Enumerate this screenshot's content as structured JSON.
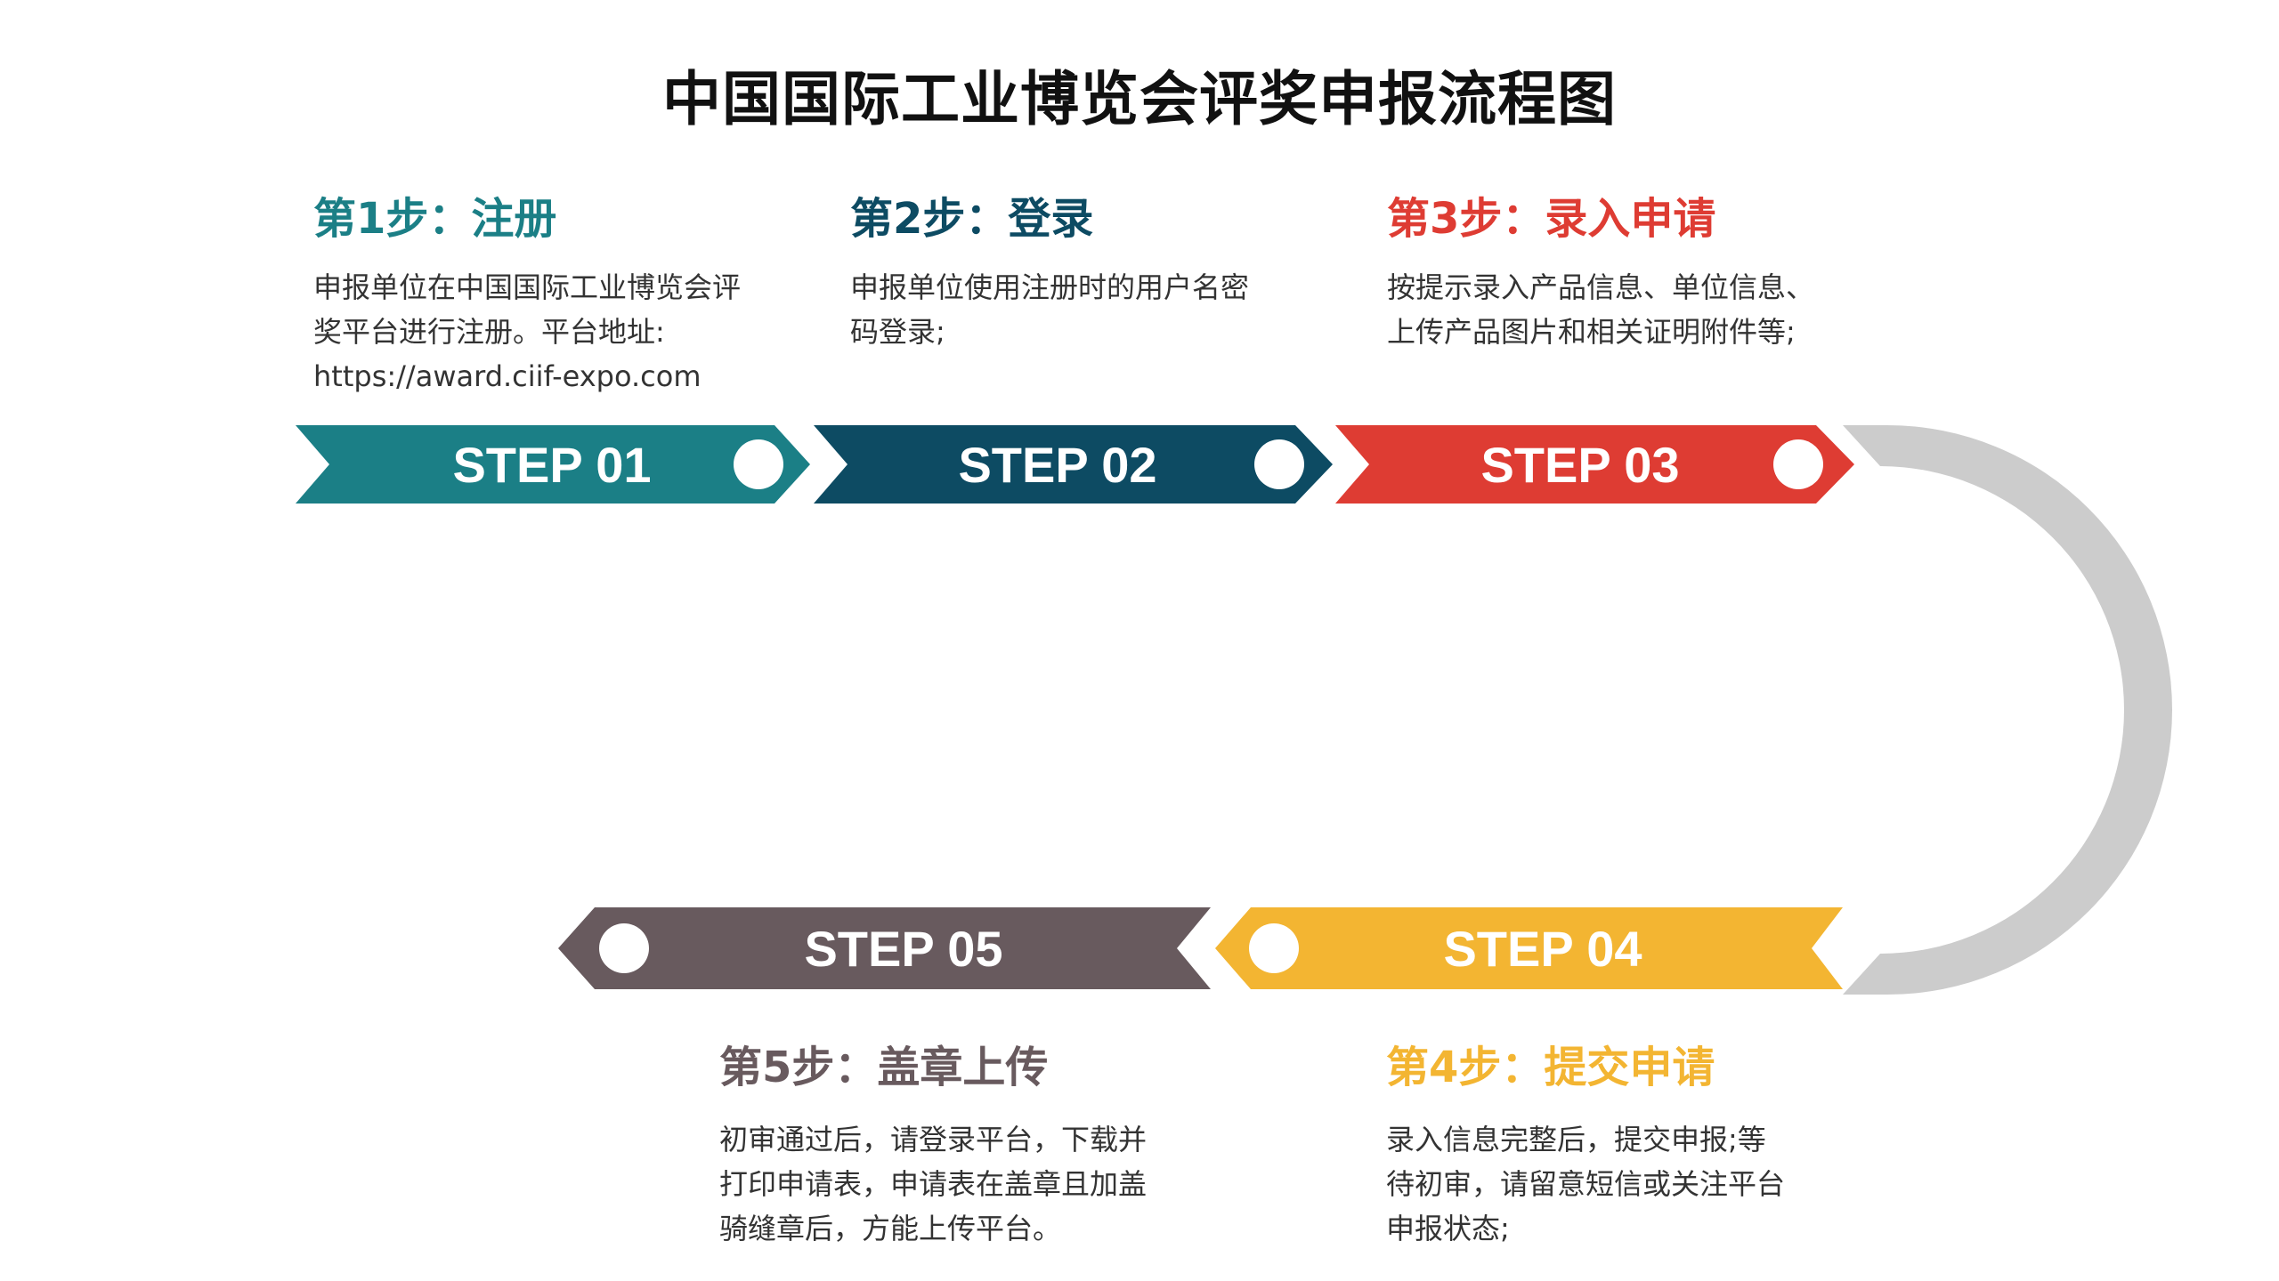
{
  "title": "中国国际工业博览会评奖申报流程图",
  "colors": {
    "step1": "#1b7f86",
    "step2": "#0d4b63",
    "step3": "#de3c33",
    "step4": "#f3b532",
    "step5": "#685a5e",
    "connector": "#cccccc"
  },
  "steps": [
    {
      "label": "STEP 01",
      "heading": "第1步：注册",
      "lines": [
        "申报单位在中国国际工业博览会评",
        "奖平台进行注册。平台地址:",
        "https://award.ciif-expo.com"
      ]
    },
    {
      "label": "STEP 02",
      "heading": "第2步：登录",
      "lines": [
        "申报单位使用注册时的用户名密",
        "码登录;"
      ]
    },
    {
      "label": "STEP 03",
      "heading": "第3步：录入申请",
      "lines": [
        "按提示录入产品信息、单位信息、",
        "上传产品图片和相关证明附件等;"
      ]
    },
    {
      "label": "STEP 04",
      "heading": "第4步：提交申请",
      "lines": [
        "录入信息完整后，提交申报;等",
        "待初审，请留意短信或关注平台",
        "申报状态;"
      ]
    },
    {
      "label": "STEP 05",
      "heading": "第5步：盖章上传",
      "lines": [
        "初审通过后，请登录平台，下载并",
        "打印申请表，申请表在盖章且加盖",
        "骑缝章后，方能上传平台。"
      ]
    }
  ]
}
